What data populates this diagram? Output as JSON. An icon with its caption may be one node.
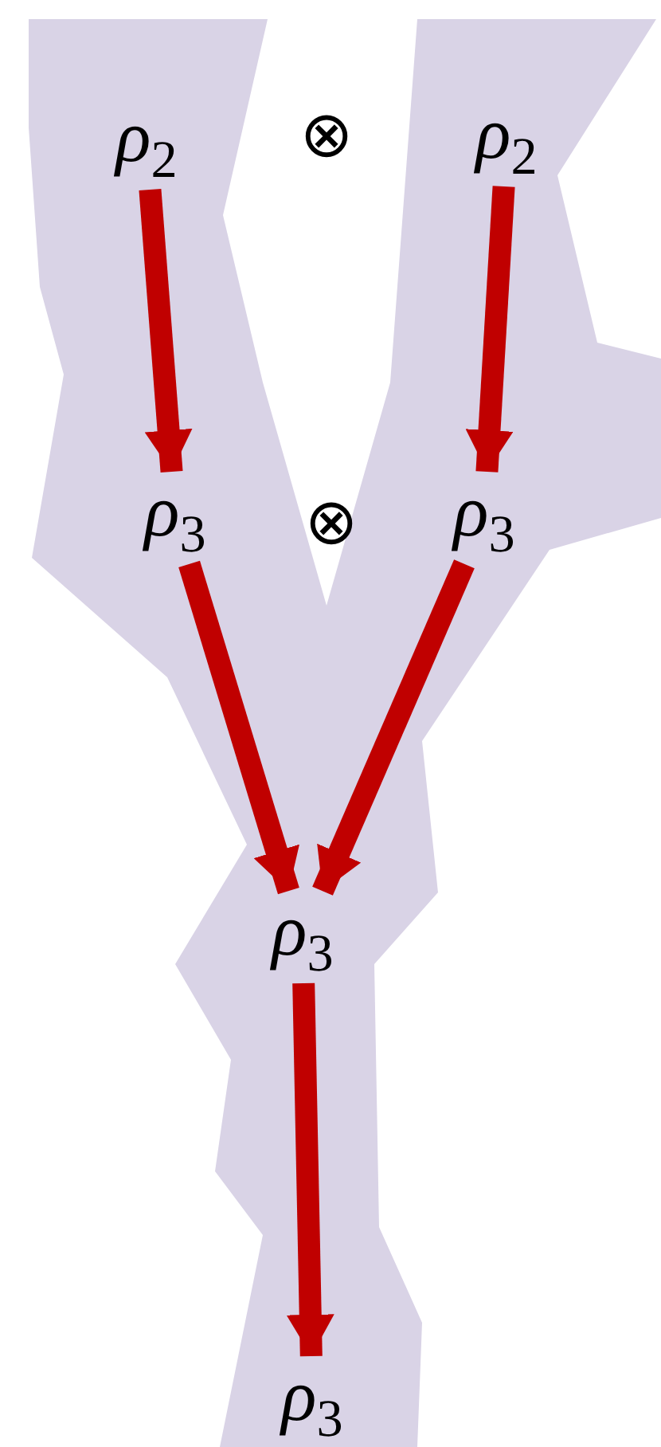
{
  "diagram": {
    "nodes": [
      {
        "text": [
          "*ρ*$_{2}$"
        ]
      },
      {
        "text": [
          "*ρ*$_{2}$"
        ]
      },
      {
        "text": [
          "*ρ*$_{3}$"
        ]
      },
      {
        "text": [
          "*ρ*$_{3}$"
        ]
      },
      {
        "text": [
          "*ρ*$_{3}$"
        ]
      },
      {
        "text": [
          "*ρ*$_{3}$"
        ]
      }
    ],
    "edges": [
      {
        "from": 0,
        "to": 2,
        "arrow": "to"
      },
      {
        "from": 1,
        "to": 3,
        "arrow": "to"
      },
      {
        "from": 2,
        "to": 4,
        "arrow": "to"
      },
      {
        "from": 3,
        "to": 4,
        "arrow": "to"
      },
      {
        "from": 4,
        "to": 5,
        "arrow": "to"
      }
    ],
    "labels": [
      "⊗",
      "⊗"
    ]
  }
}
